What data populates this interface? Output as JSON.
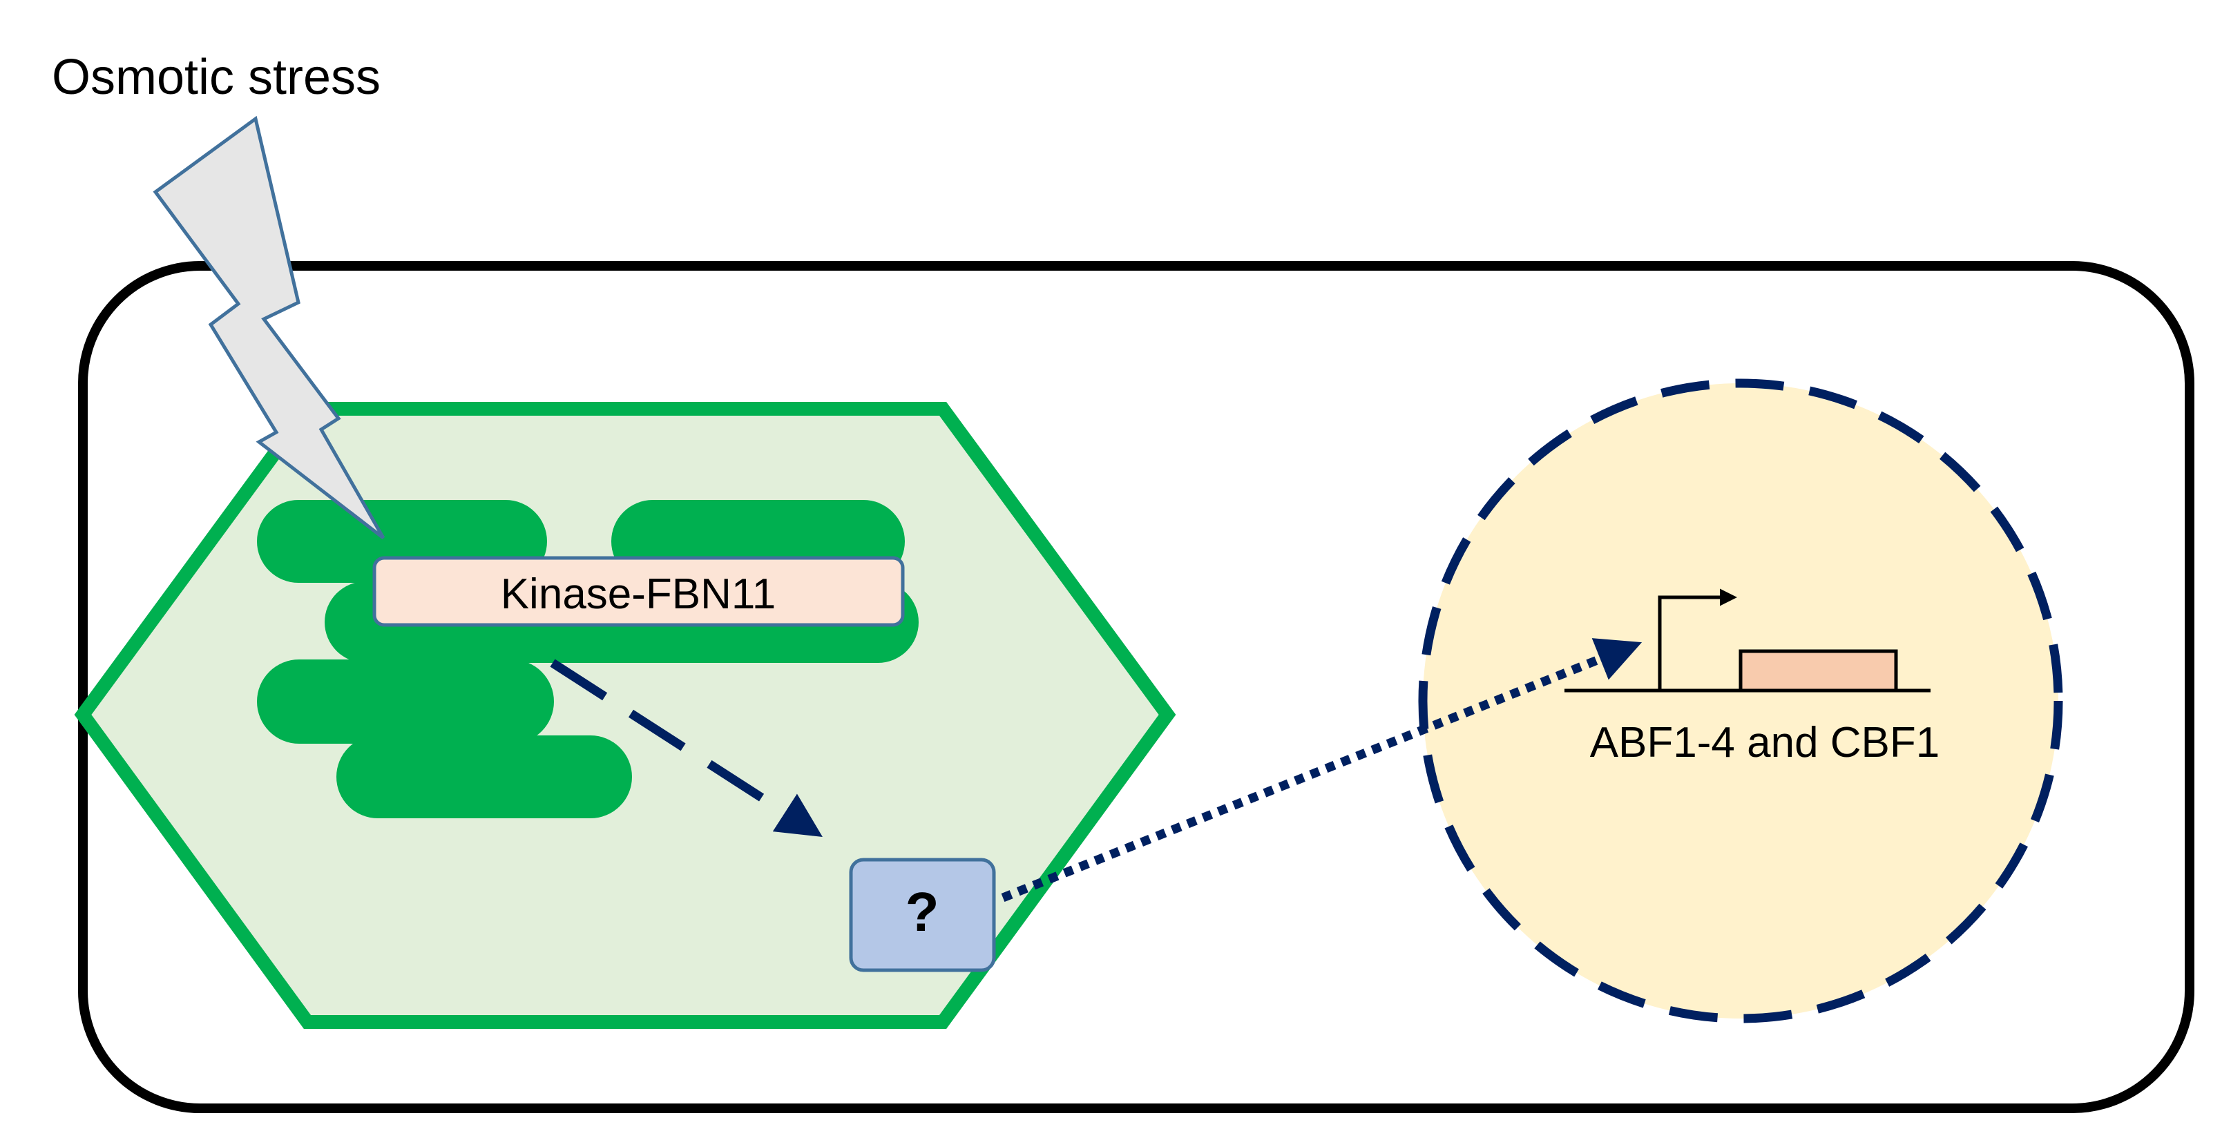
{
  "stimulus": {
    "label": "Osmotic stress"
  },
  "chloroplast": {
    "kinase_label": "Kinase-FBN11"
  },
  "unknown_factor": {
    "label": "?"
  },
  "nucleus": {
    "gene_label": "ABF1-4 and CBF1"
  },
  "colors": {
    "cell_outline": "#000000",
    "chloroplast_outline": "#00b050",
    "chloroplast_fill": "#e2efda",
    "thylakoid_fill": "#00b050",
    "kinase_box_fill": "#fce4d6",
    "kinase_box_stroke": "#41719c",
    "lightning_fill": "#e6e6e6",
    "lightning_stroke": "#41719c",
    "unknown_box_fill": "#b4c7e7",
    "unknown_box_stroke": "#41719c",
    "arrow_color": "#002060",
    "nucleus_fill": "#fff2cc",
    "nucleus_stroke": "#002060",
    "gene_box_fill": "#f8cbad"
  }
}
